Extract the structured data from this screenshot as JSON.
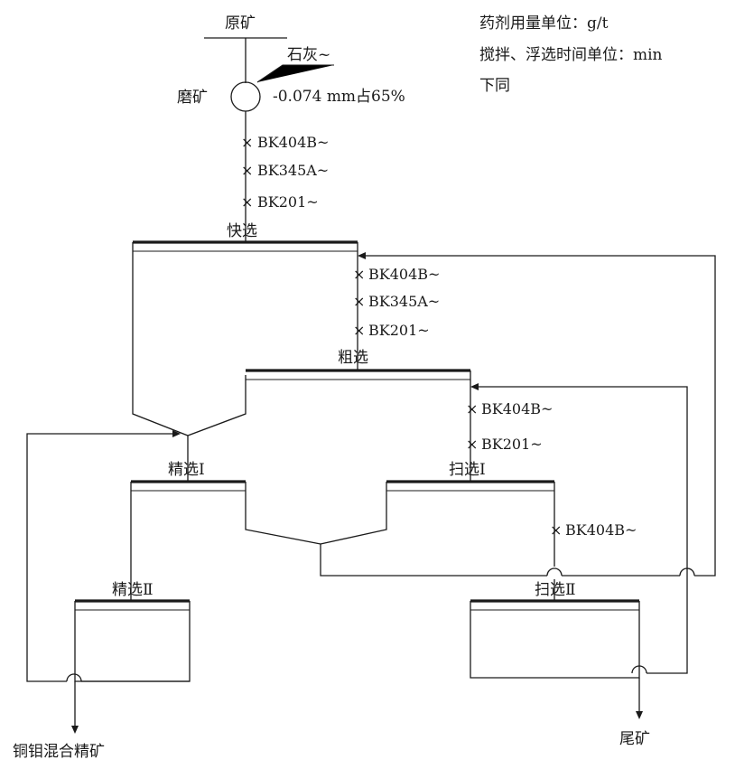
{
  "legend": {
    "line1": "药剂用量单位：g/t",
    "line2": "搅拌、浮选时间单位：min",
    "line3": "下同"
  },
  "feed": {
    "ore": "原矿",
    "lime": "石灰~",
    "grinding": "磨矿",
    "fineness": "-0.074 mm占65%"
  },
  "reagents_quick": [
    "BK404B~",
    "BK345A~",
    "BK201~"
  ],
  "reagents_rougher": [
    "BK404B~",
    "BK345A~",
    "BK201~"
  ],
  "reagents_scavenger1": [
    "BK404B~",
    "BK201~"
  ],
  "reagents_scavenger2": [
    "BK404B~"
  ],
  "stages": {
    "quick": "快选",
    "rougher": "粗选",
    "cleaner1": "精选Ⅰ",
    "scavenger1": "扫选Ⅰ",
    "cleaner2": "精选Ⅱ",
    "scavenger2": "扫选Ⅱ"
  },
  "products": {
    "concentrate": "铜钼混合精矿",
    "tailings": "尾矿"
  }
}
